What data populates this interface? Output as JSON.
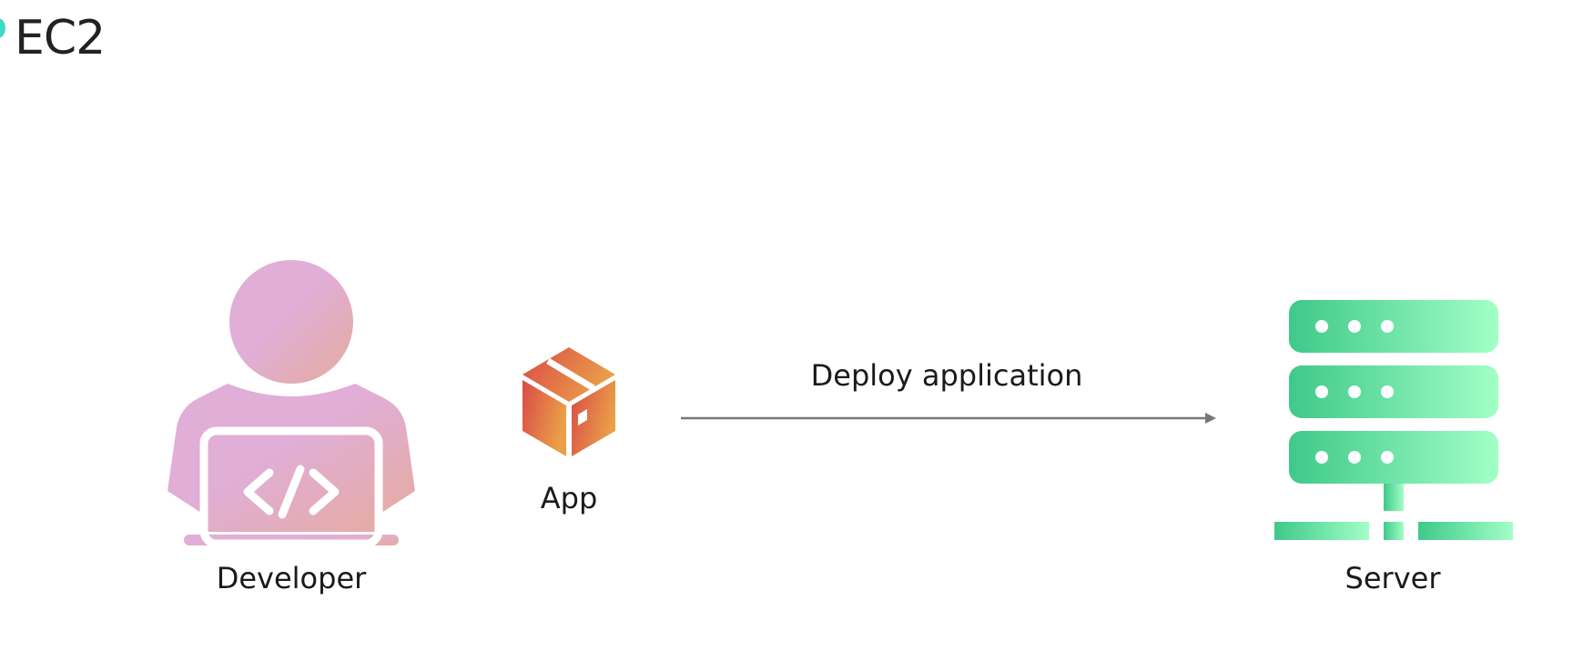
{
  "title": "EC2",
  "colors": {
    "accent_dot": "#3fd9c8",
    "developer_gradient": [
      "#e0aed6",
      "#e3aba0"
    ],
    "app_gradient": [
      "#d94a47",
      "#e8a24a"
    ],
    "server_gradient": [
      "#3ec98a",
      "#9fffc4"
    ],
    "arrow": "#777777"
  },
  "nodes": {
    "developer": {
      "label": "Developer",
      "icon": "developer-laptop-icon"
    },
    "app": {
      "label": "App",
      "icon": "package-box-icon"
    },
    "server": {
      "label": "Server",
      "icon": "server-rack-icon"
    }
  },
  "edges": [
    {
      "from": "app",
      "to": "server",
      "label": "Deploy application"
    }
  ]
}
